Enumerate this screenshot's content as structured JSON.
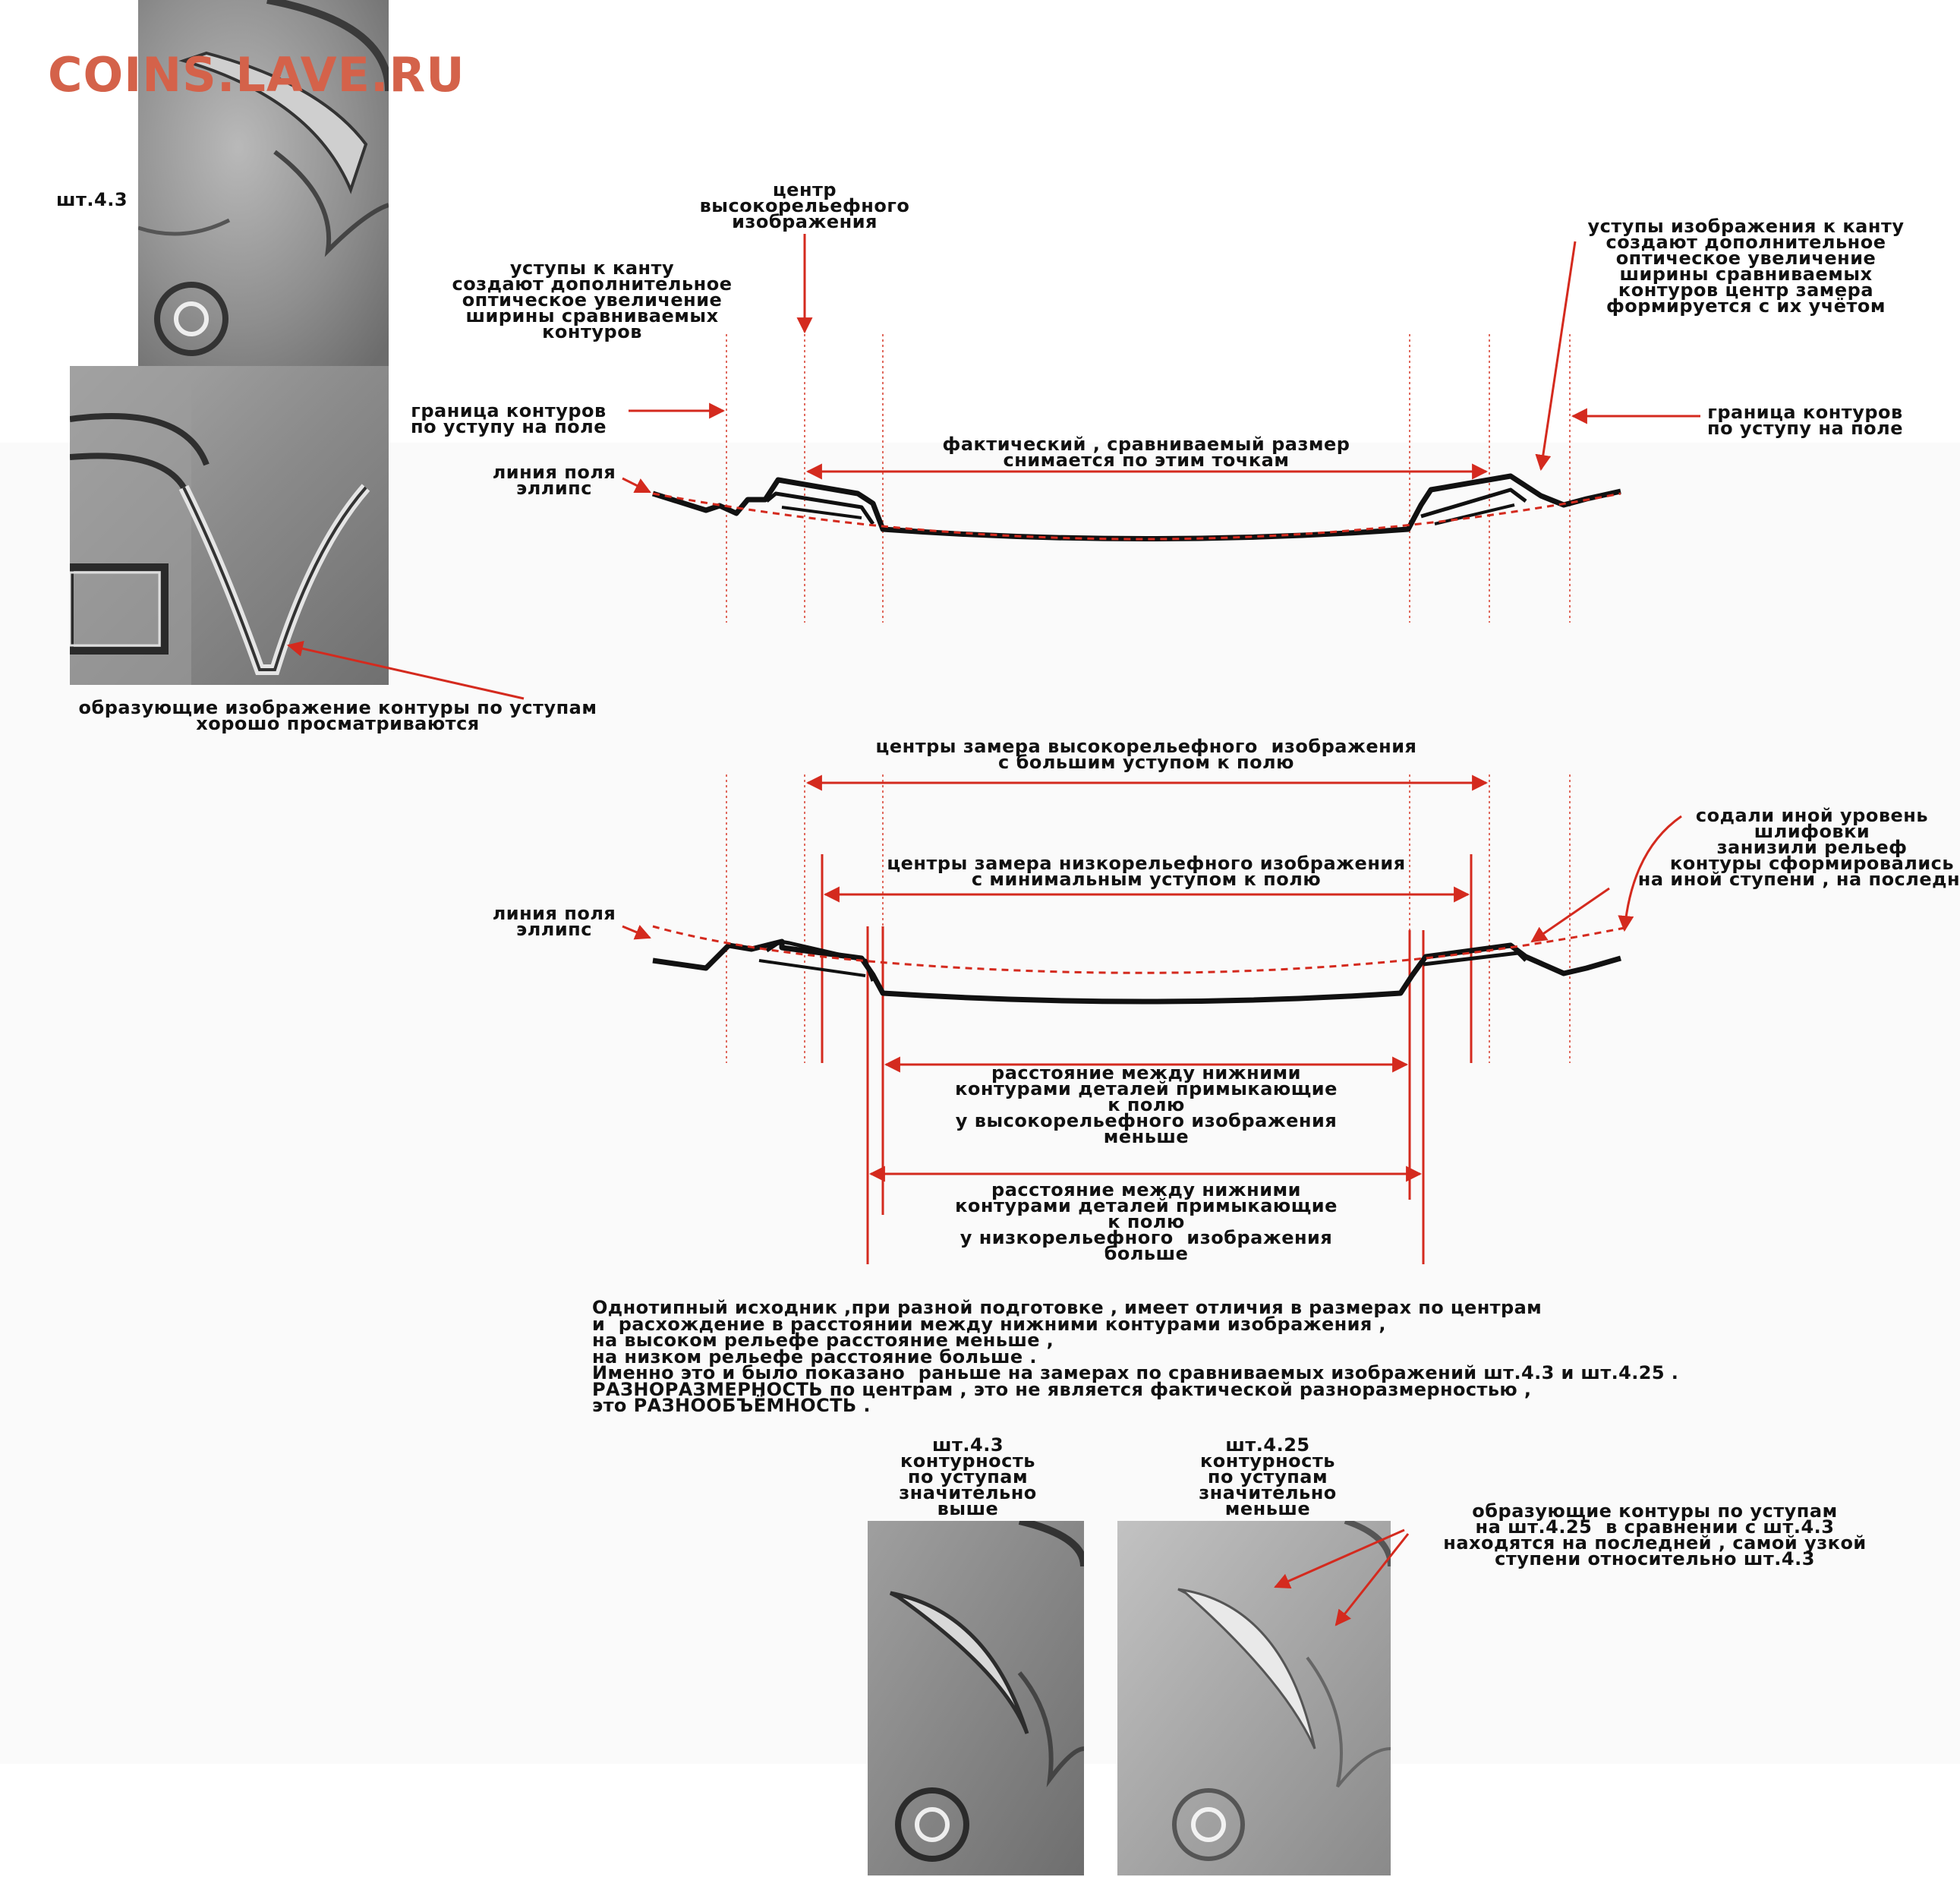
{
  "watermark": "COINS.LAVE.RU",
  "photo_label_left": "шт.4.3",
  "photo_caption_left": "образующие изображение контуры по уступам\nхорошо просматриваются",
  "diagram1": {
    "label_center": "центр\nвысокорельефного\nизображения",
    "label_steps_left": "уступы к канту\nсоздают дополнительное\nоптическое увеличение\nширины сравниваемых\nконтуров",
    "label_steps_right": "уступы изображения к канту\nсоздают дополнительное\nоптическое увеличение\nширины сравниваемых\nконтуров центр замера\nформируется с их учётом",
    "label_border_left": "граница контуров\nпо уступу на поле",
    "label_border_right": "граница контуров\nпо уступу на поле",
    "label_actual_size": "фактический , сравниваемый размер\nснимается по этим точкам",
    "label_field_line": "линия поля\nэллипс"
  },
  "diagram2": {
    "label_high_centers": "центры замера высокорельефного  изображения\nс большим уступом к полю",
    "label_low_centers": "центры замера низкорельефного изображения\nс минимальным уступом к полю",
    "label_field_line": "линия поля\nэллипс",
    "label_other_grind": "содали иной уровень\nшлифовки\nзанизили рельеф\nконтуры сформировались\nна иной ступени , на последней",
    "label_distance_high": "расстояние между нижними\nконтурами деталей примыкающие\nк полю\nу высокорельефного изображения\nменьше",
    "label_distance_low": "расстояние между нижними\nконтурами деталей примыкающие\nк полю\nу низкорельефного  изображения\nбольше"
  },
  "conclusion": [
    "Однотипный исходник ,при разной подготовке , имеет отличия в размерах по центрам",
    "и  расхождение в расстоянии между нижними контурами изображения ,",
    "на высоком рельефе расстояние меньше ,",
    "на низком рельефе расстояние больше .",
    "Именно это и было показано  раньше на замерах по сравниваемых изображений шт.4.3 и шт.4.25 .",
    "РАЗНОРАЗМЕРНОСТЬ по центрам , это не является фактической разноразмерностью ,",
    "это РАЗНООБЪЁМНОСТЬ ."
  ],
  "comparison": {
    "label_43": "шт.4.3\nконтурность\nпо уступам\nзначительно\nвыше",
    "label_425": "шт.4.25\nконтурность\nпо уступам\nзначительно\nменьше",
    "note": "образующие контуры по уступам\nна шт.4.25  в сравнении с шт.4.3\nнаходятся на последней , самой узкой\nступени относительно шт.4.3"
  },
  "colors": {
    "accent_red": "#d42a1e",
    "watermark": "#d4624a",
    "profile_black": "#111111"
  }
}
